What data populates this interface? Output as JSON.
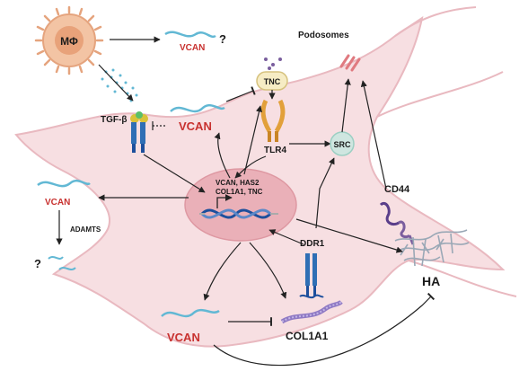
{
  "labels": {
    "macrophage": "MΦ",
    "vcan": "VCAN",
    "question": "?",
    "tgfb": "TGF-β",
    "tnc": "TNC",
    "tlr4": "TLR4",
    "src": "SRC",
    "podosomes": "Podosomes",
    "nucleus_genes_line1": "VCAN,  HAS2",
    "nucleus_genes_line2": "COL1A1, TNC",
    "adamts": "ADAMTS",
    "ddr1": "DDR1",
    "cd44": "CD44",
    "ha": "HA",
    "col1a1": "COL1A1"
  },
  "colors": {
    "cell_fill": "#f7dfe2",
    "cell_stroke": "#e9b9c0",
    "nucleus_fill": "#eab0b8",
    "macrophage_fill": "#f3c4a4",
    "vcan_text": "#c8312f",
    "vcan_strand": "#62b8d4",
    "dna_blue": "#1d4f9c",
    "receptor_blue": "#2f6fb5",
    "tlr4_orange": "#e2a03a",
    "tnc_fill": "#f6ecc4",
    "src_fill": "#cfe6e0",
    "col1a1_purple": "#8f7ac4",
    "podosome_red": "#e07a80",
    "ha_grey": "#9aa8b6"
  },
  "icons": [
    "macrophage-icon",
    "vcan-strand-icon",
    "tgfb-receptor-icon",
    "tlr4-receptor-icon",
    "tnc-icon",
    "src-icon",
    "podosome-icon",
    "ddr1-receptor-icon",
    "cd44-icon",
    "ha-icon",
    "col1a1-fiber-icon",
    "dna-icon"
  ]
}
